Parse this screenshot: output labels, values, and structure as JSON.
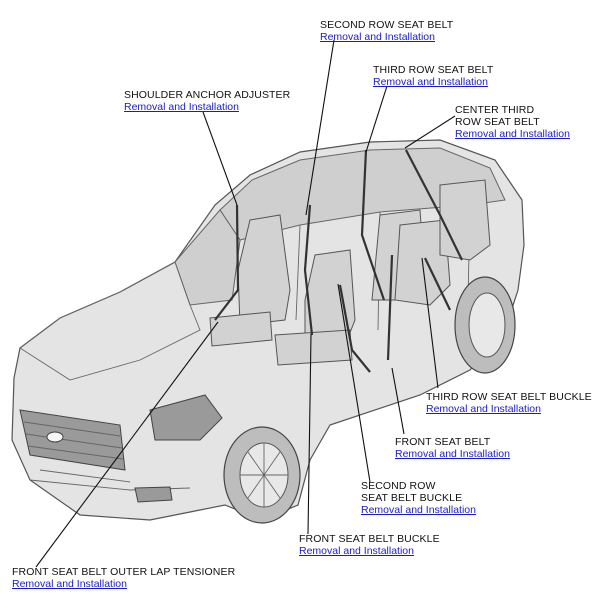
{
  "link_text": "Removal and Installation",
  "callouts": [
    {
      "id": "second-row-seat-belt",
      "title": "SECOND ROW SEAT BELT"
    },
    {
      "id": "third-row-seat-belt",
      "title": "THIRD ROW SEAT BELT"
    },
    {
      "id": "shoulder-anchor-adjuster",
      "title": "SHOULDER ANCHOR ADJUSTER"
    },
    {
      "id": "center-third-row-seat-belt",
      "title": "CENTER THIRD ROW SEAT BELT",
      "title_lines": [
        "CENTER THIRD",
        "ROW SEAT BELT"
      ]
    },
    {
      "id": "third-row-seat-belt-buckle",
      "title": "THIRD ROW SEAT BELT BUCKLE"
    },
    {
      "id": "front-seat-belt",
      "title": "FRONT SEAT BELT"
    },
    {
      "id": "second-row-seat-belt-buckle",
      "title": "SECOND ROW SEAT BELT BUCKLE",
      "title_lines": [
        "SECOND ROW",
        "SEAT BELT BUCKLE"
      ]
    },
    {
      "id": "front-seat-belt-buckle",
      "title": "FRONT SEAT BELT BUCKLE"
    },
    {
      "id": "front-seat-belt-outer-lap-tensioner",
      "title": "FRONT SEAT BELT OUTER LAP TENSIONER"
    }
  ]
}
